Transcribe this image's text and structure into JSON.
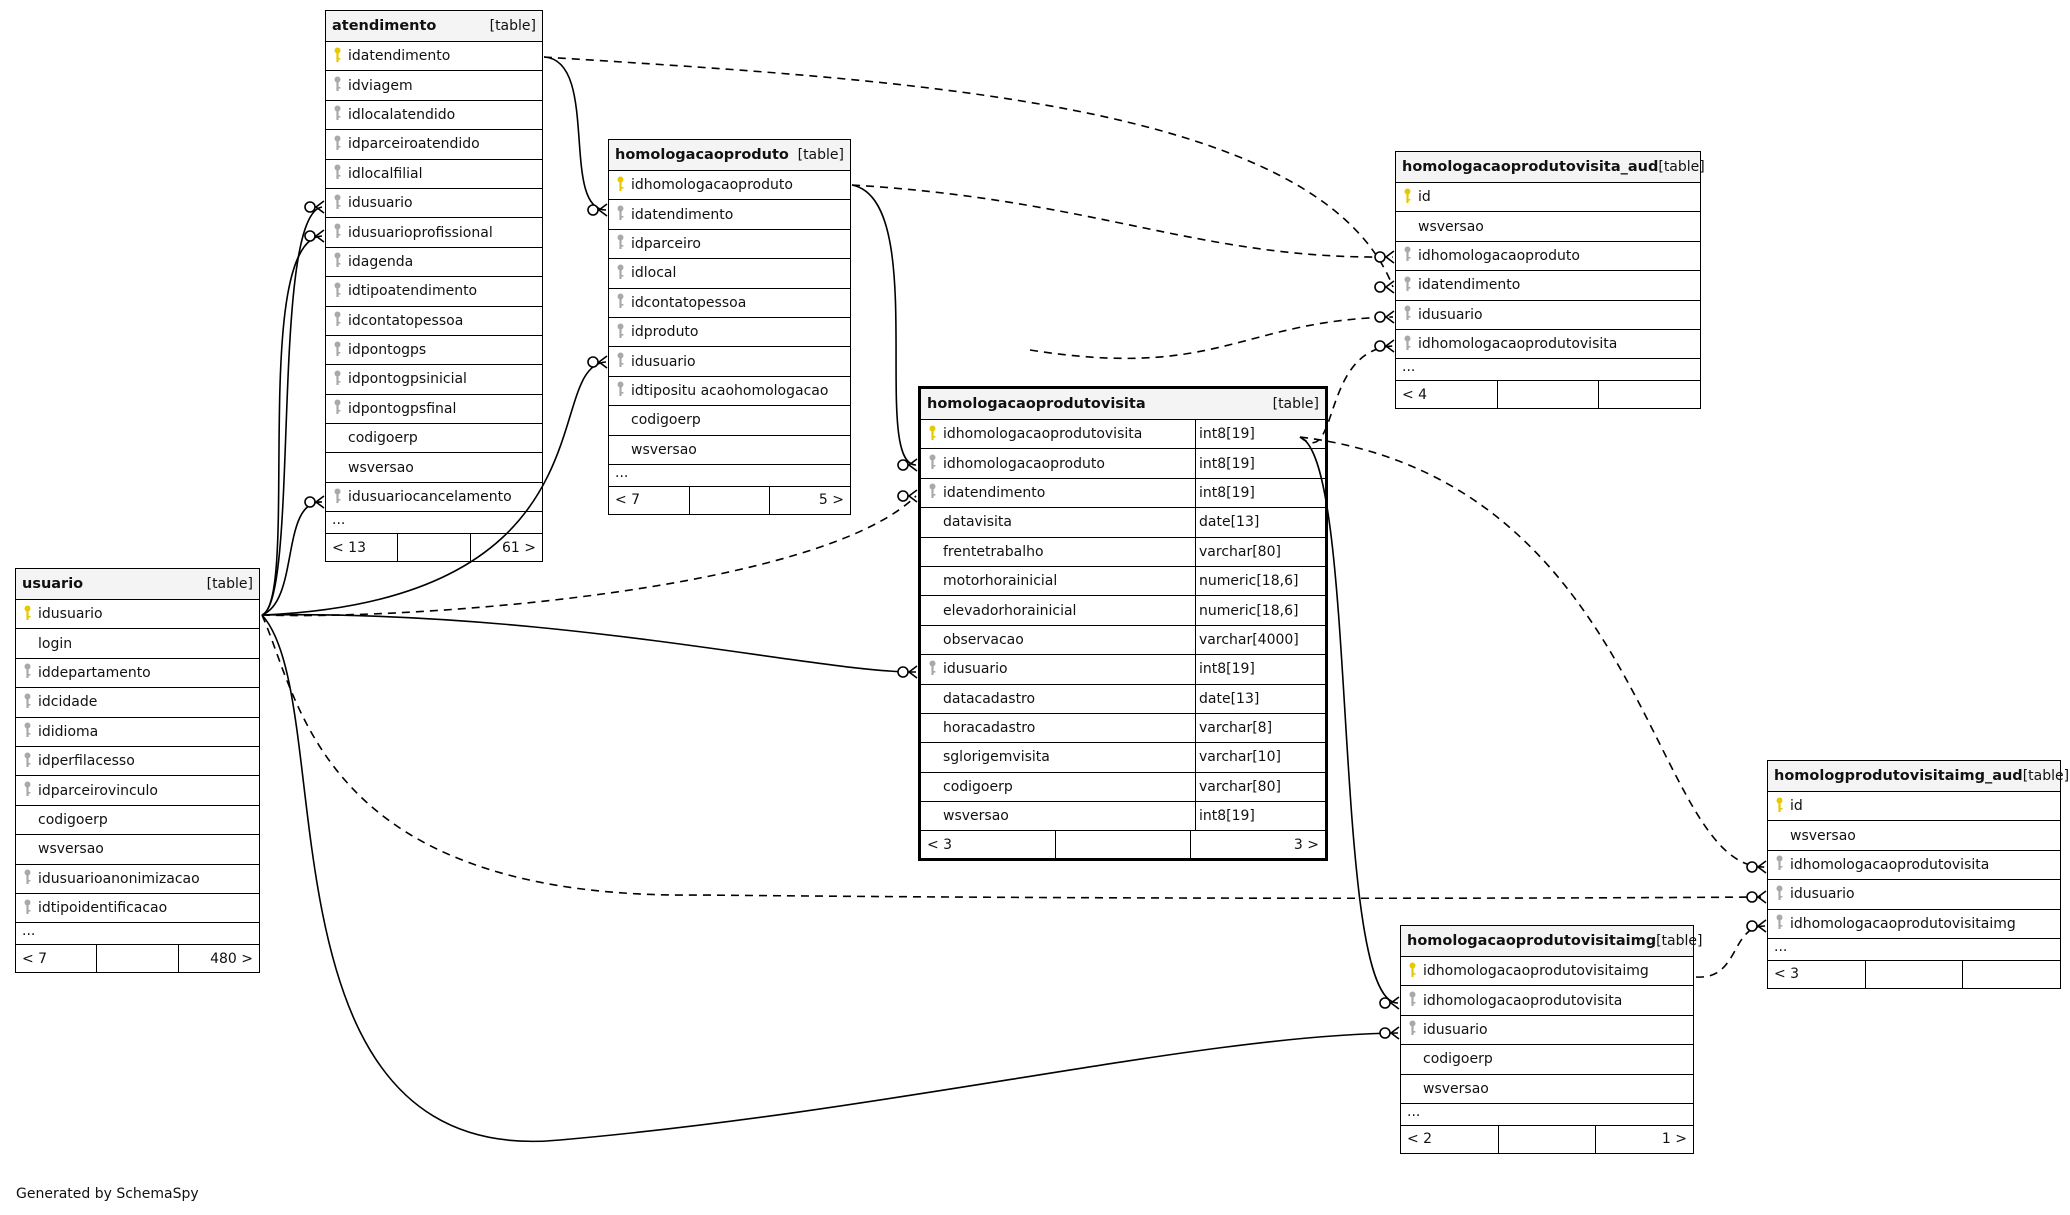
{
  "generated_by": "Generated by SchemaSpy",
  "tables": [
    {
      "name": "atendimento",
      "type": "[table]",
      "columns": [
        {
          "name": "idatendimento",
          "key": "pk"
        },
        {
          "name": "idviagem",
          "key": "fk"
        },
        {
          "name": "idlocalatendido",
          "key": "fk"
        },
        {
          "name": "idparceiroatendido",
          "key": "fk"
        },
        {
          "name": "idlocalfilial",
          "key": "fk"
        },
        {
          "name": "idusuario",
          "key": "fk"
        },
        {
          "name": "idusuarioprofissional",
          "key": "fk"
        },
        {
          "name": "idagenda",
          "key": "fk"
        },
        {
          "name": "idtipoatendimento",
          "key": "fk"
        },
        {
          "name": "idcontatopessoa",
          "key": "fk"
        },
        {
          "name": "idpontogps",
          "key": "fk"
        },
        {
          "name": "idpontogpsinicial",
          "key": "fk"
        },
        {
          "name": "idpontogpsfinal",
          "key": "fk"
        },
        {
          "name": "codigoerp",
          "key": ""
        },
        {
          "name": "wsversao",
          "key": ""
        },
        {
          "name": "idusuariocancelamento",
          "key": "fk"
        }
      ],
      "more": "...",
      "footer": {
        "left": "< 13",
        "right": "61 >"
      }
    },
    {
      "name": "homologacaoproduto",
      "type": "[table]",
      "columns": [
        {
          "name": "idhomologacaoproduto",
          "key": "pk"
        },
        {
          "name": "idatendimento",
          "key": "fk"
        },
        {
          "name": "idparceiro",
          "key": "fk"
        },
        {
          "name": "idlocal",
          "key": "fk"
        },
        {
          "name": "idcontatopessoa",
          "key": "fk"
        },
        {
          "name": "idproduto",
          "key": "fk"
        },
        {
          "name": "idusuario",
          "key": "fk"
        },
        {
          "name": "idtipositu acaohomologacao",
          "key": "fk"
        },
        {
          "name": "codigoerp",
          "key": ""
        },
        {
          "name": "wsversao",
          "key": ""
        }
      ],
      "more": "...",
      "footer": {
        "left": "< 7",
        "right": "5 >"
      }
    },
    {
      "name": "usuario",
      "type": "[table]",
      "columns": [
        {
          "name": "idusuario",
          "key": "pk"
        },
        {
          "name": "login",
          "key": ""
        },
        {
          "name": "iddepartamento",
          "key": "fk"
        },
        {
          "name": "idcidade",
          "key": "fk"
        },
        {
          "name": "ididioma",
          "key": "fk"
        },
        {
          "name": "idperfilacesso",
          "key": "fk"
        },
        {
          "name": "idparceirovinculo",
          "key": "fk"
        },
        {
          "name": "codigoerp",
          "key": ""
        },
        {
          "name": "wsversao",
          "key": ""
        },
        {
          "name": "idusuarioanonimizacao",
          "key": "fk"
        },
        {
          "name": "idtipoidentificacao",
          "key": "fk"
        }
      ],
      "more": "...",
      "footer": {
        "left": "< 7",
        "right": "480 >"
      }
    },
    {
      "name": "homologacaoprodutovisita",
      "type": "[table]",
      "columns": [
        {
          "name": "idhomologacaoprodutovisita",
          "key": "pk",
          "type": "int8[19]"
        },
        {
          "name": "idhomologacaoproduto",
          "key": "fk",
          "type": "int8[19]"
        },
        {
          "name": "idatendimento",
          "key": "fk",
          "type": "int8[19]"
        },
        {
          "name": "datavisita",
          "key": "",
          "type": "date[13]"
        },
        {
          "name": "frentetrabalho",
          "key": "",
          "type": "varchar[80]"
        },
        {
          "name": "motorhorainicial",
          "key": "",
          "type": "numeric[18,6]"
        },
        {
          "name": "elevadorhorainicial",
          "key": "",
          "type": "numeric[18,6]"
        },
        {
          "name": "observacao",
          "key": "",
          "type": "varchar[4000]"
        },
        {
          "name": "idusuario",
          "key": "fk",
          "type": "int8[19]"
        },
        {
          "name": "datacadastro",
          "key": "",
          "type": "date[13]"
        },
        {
          "name": "horacadastro",
          "key": "",
          "type": "varchar[8]"
        },
        {
          "name": "sglorigemvisita",
          "key": "",
          "type": "varchar[10]"
        },
        {
          "name": "codigoerp",
          "key": "",
          "type": "varchar[80]"
        },
        {
          "name": "wsversao",
          "key": "",
          "type": "int8[19]"
        }
      ],
      "footer": {
        "left": "< 3",
        "right": "3 >"
      }
    },
    {
      "name": "homologacaoprodutovisita_aud",
      "type": "[table]",
      "columns": [
        {
          "name": "id",
          "key": "pk"
        },
        {
          "name": "wsversao",
          "key": ""
        },
        {
          "name": "idhomologacaoproduto",
          "key": "fk"
        },
        {
          "name": "idatendimento",
          "key": "fk"
        },
        {
          "name": "idusuario",
          "key": "fk"
        },
        {
          "name": "idhomologacaoprodutovisita",
          "key": "fk"
        }
      ],
      "more": "...",
      "footer": {
        "left": "< 4",
        "right": ""
      }
    },
    {
      "name": "homologprodutovisitaimg_aud",
      "type": "[table]",
      "columns": [
        {
          "name": "id",
          "key": "pk"
        },
        {
          "name": "wsversao",
          "key": ""
        },
        {
          "name": "idhomologacaoprodutovisita",
          "key": "fk"
        },
        {
          "name": "idusuario",
          "key": "fk"
        },
        {
          "name": "idhomologacaoprodutovisitaimg",
          "key": "fk"
        }
      ],
      "more": "...",
      "footer": {
        "left": "< 3",
        "right": ""
      }
    },
    {
      "name": "homologacaoprodutovisitaimg",
      "type": "[table]",
      "columns": [
        {
          "name": "idhomologacaoprodutovisitaimg",
          "key": "pk"
        },
        {
          "name": "idhomologacaoprodutovisita",
          "key": "fk"
        },
        {
          "name": "idusuario",
          "key": "fk"
        },
        {
          "name": "codigoerp",
          "key": ""
        },
        {
          "name": "wsversao",
          "key": ""
        }
      ],
      "more": "...",
      "footer": {
        "left": "< 2",
        "right": "1 >"
      }
    }
  ],
  "icons": {
    "pk": "key-icon-yellow",
    "fk": "key-icon-gray"
  }
}
